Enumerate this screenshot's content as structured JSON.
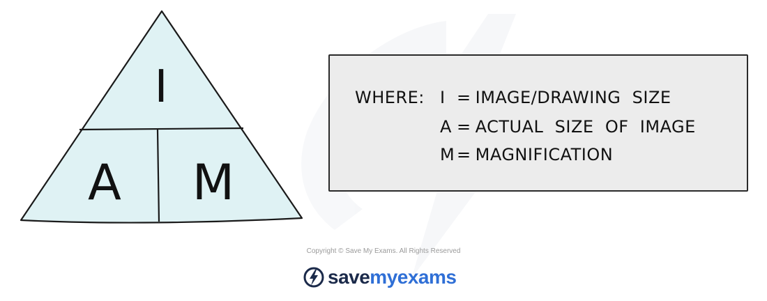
{
  "triangle": {
    "top_letter": "I",
    "bottom_left_letter": "A",
    "bottom_right_letter": "M",
    "fill_color": "#dff2f4",
    "stroke_color": "#1a1a1a"
  },
  "legend": {
    "title": "WHERE:",
    "lines": [
      {
        "symbol": "I",
        "equals": "=",
        "meaning": "IMAGE/DRAWING  SIZE"
      },
      {
        "symbol": "A",
        "equals": "=",
        "meaning": "ACTUAL  SIZE  OF  IMAGE"
      },
      {
        "symbol": "M",
        "equals": "=",
        "meaning": "MAGNIFICATION"
      }
    ],
    "background_color": "#ececec"
  },
  "footer": {
    "copyright": "Copyright © Save My Exams. All Rights Reserved",
    "logo_save": "save",
    "logo_my": "my",
    "logo_exams": "exams",
    "logo_icon": "lightning-bolt-icon"
  }
}
